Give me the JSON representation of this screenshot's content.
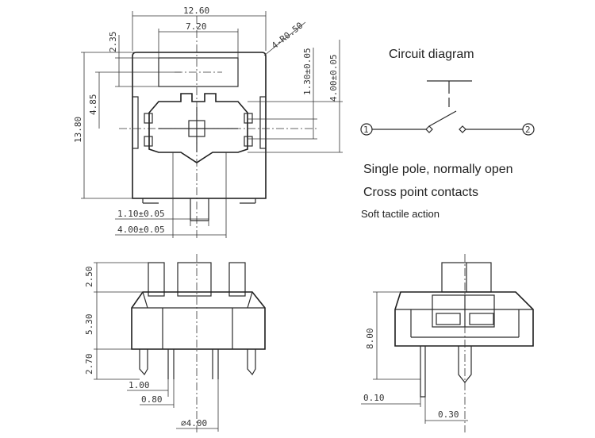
{
  "notes": {
    "circuit_title": "Circuit diagram",
    "line1": "Single pole, normally open",
    "line2": "Cross point contacts",
    "line3": "Soft tactile action"
  },
  "circuit": {
    "terminal_1": "1",
    "terminal_2": "2"
  },
  "dimensions": {
    "top_width": "12.60",
    "inner_width": "7.20",
    "radius": "4-R0.50",
    "dim_235": "2.35",
    "dim_485": "4.85",
    "height_1380": "13.80",
    "tol_130": "1.30±0.05",
    "tol_400": "4.00±0.05",
    "tol_110": "1.10±0.05",
    "tol_400_h": "4.00±0.05",
    "side_250": "2.50",
    "side_530": "5.30",
    "side_270": "2.70",
    "pin_100": "1.00",
    "pin_080": "0.80",
    "dia_400": "⌀4.00",
    "right_800": "8.00",
    "right_010": "0.10",
    "right_030": "0.30"
  }
}
